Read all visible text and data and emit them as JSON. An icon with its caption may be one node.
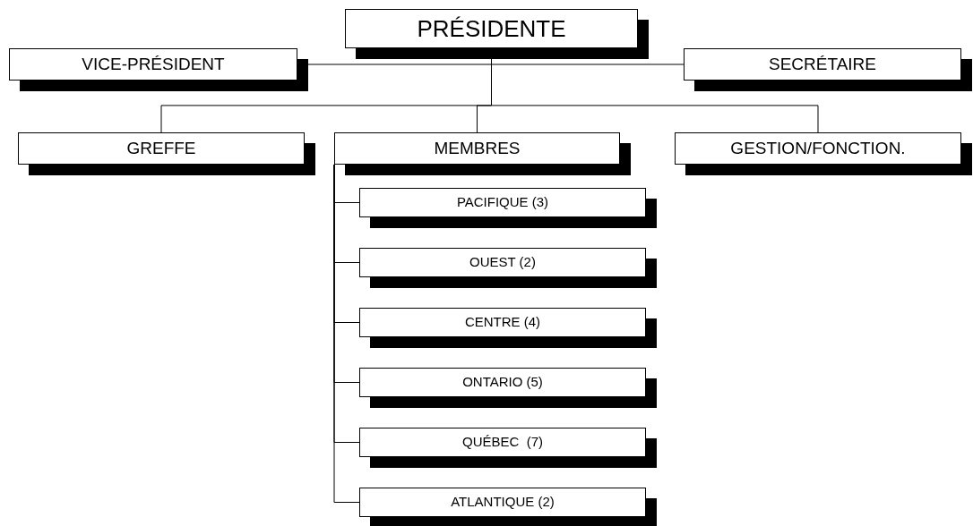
{
  "diagram": {
    "nodes": [
      {
        "text": [
          "PRÉSIDENTE"
        ]
      },
      {
        "text": [
          "VICE-PRÉSIDENT"
        ]
      },
      {
        "text": [
          "SECRÉTAIRE"
        ]
      },
      {
        "text": [
          "GREFFE"
        ]
      },
      {
        "text": [
          "MEMBRES"
        ]
      },
      {
        "text": [
          "GESTION/FONCTION."
        ]
      },
      {
        "text": [
          "PACIFIQUE (3)"
        ]
      },
      {
        "text": [
          "OUEST (2)"
        ]
      },
      {
        "text": [
          "CENTRE (4)"
        ]
      },
      {
        "text": [
          "ONTARIO (5)"
        ]
      },
      {
        "text": [
          "QUÉBEC  (7)"
        ]
      },
      {
        "text": [
          "ATLANTIQUE (2)"
        ]
      }
    ],
    "edges": [
      {
        "from": 0,
        "to": 1,
        "arrow": "none"
      },
      {
        "from": 0,
        "to": 2,
        "arrow": "none"
      },
      {
        "from": 0,
        "to": 3,
        "arrow": "none"
      },
      {
        "from": 0,
        "to": 4,
        "arrow": "none"
      },
      {
        "from": 0,
        "to": 5,
        "arrow": "none"
      },
      {
        "from": 4,
        "to": 6,
        "arrow": "none"
      },
      {
        "from": 4,
        "to": 7,
        "arrow": "none"
      },
      {
        "from": 4,
        "to": 8,
        "arrow": "none"
      },
      {
        "from": 4,
        "to": 9,
        "arrow": "none"
      },
      {
        "from": 4,
        "to": 10,
        "arrow": "none"
      },
      {
        "from": 4,
        "to": 11,
        "arrow": "none"
      }
    ]
  }
}
